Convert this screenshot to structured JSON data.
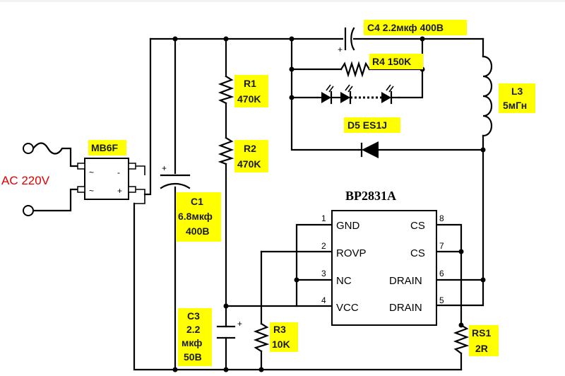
{
  "components": {
    "ac": "AC 220V",
    "bridge": "MB6F",
    "c1": [
      "C1",
      "6.8мкф",
      "400В"
    ],
    "r1": [
      "R1",
      "470K"
    ],
    "r2": [
      "R2",
      "470K"
    ],
    "c3": [
      "C3",
      "2.2",
      "мкф",
      "50В"
    ],
    "r3": [
      "R3",
      "10K"
    ],
    "c4": "C4 2.2мкф 400В",
    "r4": "R4 150K",
    "l3": [
      "L3",
      "5мГн"
    ],
    "d5": "D5 ES1J",
    "rs1": [
      "RS1",
      "2R"
    ]
  },
  "chip": {
    "name": "BP2831A",
    "left_pins": [
      {
        "num": "1",
        "name": "GND"
      },
      {
        "num": "2",
        "name": "ROVP"
      },
      {
        "num": "3",
        "name": "NC"
      },
      {
        "num": "4",
        "name": "VCC"
      }
    ],
    "right_pins": [
      {
        "num": "8",
        "name": "CS"
      },
      {
        "num": "7",
        "name": "CS"
      },
      {
        "num": "6",
        "name": "DRAIN"
      },
      {
        "num": "5",
        "name": "DRAIN"
      }
    ]
  },
  "bridge_marks": {
    "plus": "+",
    "tilde": "~"
  },
  "cap_plus": "+"
}
